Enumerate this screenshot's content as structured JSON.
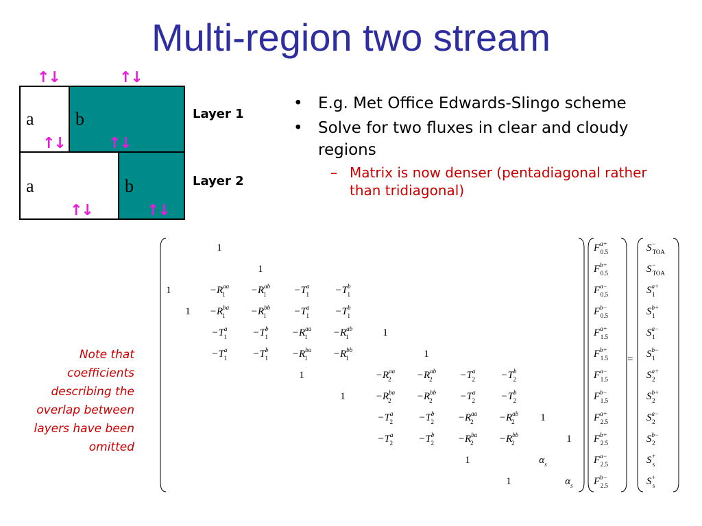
{
  "title": "Multi-region two stream",
  "diagram": {
    "cells": {
      "layer1_a": "a",
      "layer1_b": "b",
      "layer2_a": "a",
      "layer2_b": "b"
    },
    "layer_labels": [
      "Layer 1",
      "Layer 2"
    ],
    "arrow_glyph": "↑↓",
    "colors": {
      "cloudy": "#008b8b",
      "arrows": "#e81bd9"
    }
  },
  "bullets": [
    {
      "text": "E.g. Met Office Edwards-Slingo scheme"
    },
    {
      "text": "Solve for two fluxes in clear and cloudy regions"
    }
  ],
  "bullet_marker": "•",
  "sub_bullets": [
    {
      "text": "Matrix is now denser (pentadiagonal rather than tridiagonal)"
    }
  ],
  "sub_bullet_marker": "–",
  "note": "Note that coefficients describing the overlap between layers have been omitted",
  "equation": {
    "equals": "=",
    "matrix_rows": [
      [
        {
          "c": 2,
          "t": "1"
        }
      ],
      [
        {
          "c": 3,
          "t": "1"
        }
      ],
      [
        {
          "c": 0,
          "t": "1"
        },
        {
          "c": 2,
          "t": "−R",
          "sub": "1",
          "sup": "aa"
        },
        {
          "c": 3,
          "t": "−R",
          "sub": "1",
          "sup": "ab"
        },
        {
          "c": 4,
          "t": "−T",
          "sub": "1",
          "sup": "a"
        },
        {
          "c": 5,
          "t": "−T",
          "sub": "1",
          "sup": "b"
        }
      ],
      [
        {
          "c": 1,
          "t": "1"
        },
        {
          "c": 2,
          "t": "−R",
          "sub": "1",
          "sup": "ba"
        },
        {
          "c": 3,
          "t": "−R",
          "sub": "1",
          "sup": "bb"
        },
        {
          "c": 4,
          "t": "−T",
          "sub": "1",
          "sup": "a"
        },
        {
          "c": 5,
          "t": "−T",
          "sub": "1",
          "sup": "b"
        }
      ],
      [
        {
          "c": 2,
          "t": "−T",
          "sub": "1",
          "sup": "a"
        },
        {
          "c": 3,
          "t": "−T",
          "sub": "1",
          "sup": "b"
        },
        {
          "c": 4,
          "t": "−R",
          "sub": "1",
          "sup": "aa"
        },
        {
          "c": 5,
          "t": "−R",
          "sub": "1",
          "sup": "ab"
        },
        {
          "c": 6,
          "t": "1"
        }
      ],
      [
        {
          "c": 2,
          "t": "−T",
          "sub": "1",
          "sup": "a"
        },
        {
          "c": 3,
          "t": "−T",
          "sub": "1",
          "sup": "b"
        },
        {
          "c": 4,
          "t": "−R",
          "sub": "1",
          "sup": "ba"
        },
        {
          "c": 5,
          "t": "−R",
          "sub": "1",
          "sup": "bb"
        },
        {
          "c": 7,
          "t": "1"
        }
      ],
      [
        {
          "c": 4,
          "t": "1"
        },
        {
          "c": 6,
          "t": "−R",
          "sub": "2",
          "sup": "aa"
        },
        {
          "c": 7,
          "t": "−R",
          "sub": "2",
          "sup": "ab"
        },
        {
          "c": 8,
          "t": "−T",
          "sub": "2",
          "sup": "a"
        },
        {
          "c": 9,
          "t": "−T",
          "sub": "2",
          "sup": "b"
        }
      ],
      [
        {
          "c": 5,
          "t": "1"
        },
        {
          "c": 6,
          "t": "−R",
          "sub": "2",
          "sup": "ba"
        },
        {
          "c": 7,
          "t": "−R",
          "sub": "2",
          "sup": "bb"
        },
        {
          "c": 8,
          "t": "−T",
          "sub": "2",
          "sup": "a"
        },
        {
          "c": 9,
          "t": "−T",
          "sub": "2",
          "sup": "b"
        }
      ],
      [
        {
          "c": 6,
          "t": "−T",
          "sub": "2",
          "sup": "a"
        },
        {
          "c": 7,
          "t": "−T",
          "sub": "2",
          "sup": "b"
        },
        {
          "c": 8,
          "t": "−R",
          "sub": "2",
          "sup": "aa"
        },
        {
          "c": 9,
          "t": "−R",
          "sub": "2",
          "sup": "ab"
        },
        {
          "c": 10,
          "t": "1"
        }
      ],
      [
        {
          "c": 6,
          "t": "−T",
          "sub": "2",
          "sup": "a"
        },
        {
          "c": 7,
          "t": "−T",
          "sub": "2",
          "sup": "b"
        },
        {
          "c": 8,
          "t": "−R",
          "sub": "2",
          "sup": "ba"
        },
        {
          "c": 9,
          "t": "−R",
          "sub": "2",
          "sup": "bb"
        },
        {
          "c": 11,
          "t": "1"
        }
      ],
      [
        {
          "c": 8,
          "t": "1"
        },
        {
          "c": 10,
          "t": "α",
          "sub": "s"
        }
      ],
      [
        {
          "c": 9,
          "t": "1"
        },
        {
          "c": 11,
          "t": "α",
          "sub": "s"
        }
      ]
    ],
    "flux_vector": [
      {
        "t": "F",
        "sub": "0.5",
        "sup": "a+"
      },
      {
        "t": "F",
        "sub": "0.5",
        "sup": "b+"
      },
      {
        "t": "F",
        "sub": "0.5",
        "sup": "a−"
      },
      {
        "t": "F",
        "sub": "0.5",
        "sup": "b−"
      },
      {
        "t": "F",
        "sub": "1.5",
        "sup": "a+"
      },
      {
        "t": "F",
        "sub": "1.5",
        "sup": "b+"
      },
      {
        "t": "F",
        "sub": "1.5",
        "sup": "a−"
      },
      {
        "t": "F",
        "sub": "1.5",
        "sup": "b−"
      },
      {
        "t": "F",
        "sub": "2.5",
        "sup": "a+"
      },
      {
        "t": "F",
        "sub": "2.5",
        "sup": "b+"
      },
      {
        "t": "F",
        "sub": "2.5",
        "sup": "a−"
      },
      {
        "t": "F",
        "sub": "2.5",
        "sup": "b−"
      }
    ],
    "source_vector": [
      {
        "t": "S",
        "sub": "TOA",
        "sup": "−"
      },
      {
        "t": "S",
        "sub": "TOA",
        "sup": "−"
      },
      {
        "t": "S",
        "sub": "1",
        "sup": "a+"
      },
      {
        "t": "S",
        "sub": "1",
        "sup": "b+"
      },
      {
        "t": "S",
        "sub": "1",
        "sup": "a−"
      },
      {
        "t": "S",
        "sub": "1",
        "sup": "b−"
      },
      {
        "t": "S",
        "sub": "2",
        "sup": "a+"
      },
      {
        "t": "S",
        "sub": "2",
        "sup": "b+"
      },
      {
        "t": "S",
        "sub": "2",
        "sup": "a−"
      },
      {
        "t": "S",
        "sub": "2",
        "sup": "b−"
      },
      {
        "t": "S",
        "sub": "s",
        "sup": "+"
      },
      {
        "t": "S",
        "sub": "s",
        "sup": "+"
      }
    ]
  }
}
